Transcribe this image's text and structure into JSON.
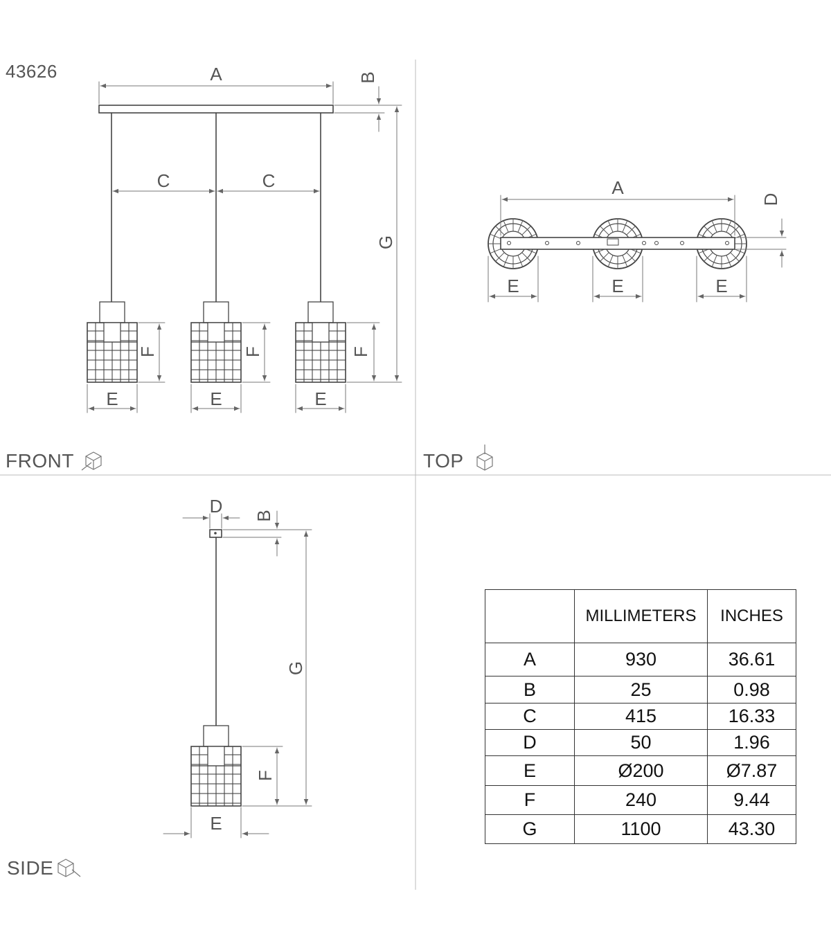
{
  "product_code": "43626",
  "views": {
    "front": "FRONT",
    "top": "TOP",
    "side": "SIDE"
  },
  "dimension_labels": {
    "a": "A",
    "b": "B",
    "c": "C",
    "d": "D",
    "e": "E",
    "f": "F",
    "g": "G"
  },
  "table": {
    "headers": [
      "",
      "MILLIMETERS",
      "INCHES"
    ],
    "rows": [
      {
        "label": "A",
        "mm": "930",
        "in": "36.61"
      },
      {
        "label": "B",
        "mm": "25",
        "in": "0.98"
      },
      {
        "label": "C",
        "mm": "415",
        "in": "16.33"
      },
      {
        "label": "D",
        "mm": "50",
        "in": "1.96"
      },
      {
        "label": "E",
        "mm": "Ø200",
        "in": "Ø7.87"
      },
      {
        "label": "F",
        "mm": "240",
        "in": "9.44"
      },
      {
        "label": "G",
        "mm": "1100",
        "in": "43.30"
      }
    ]
  }
}
